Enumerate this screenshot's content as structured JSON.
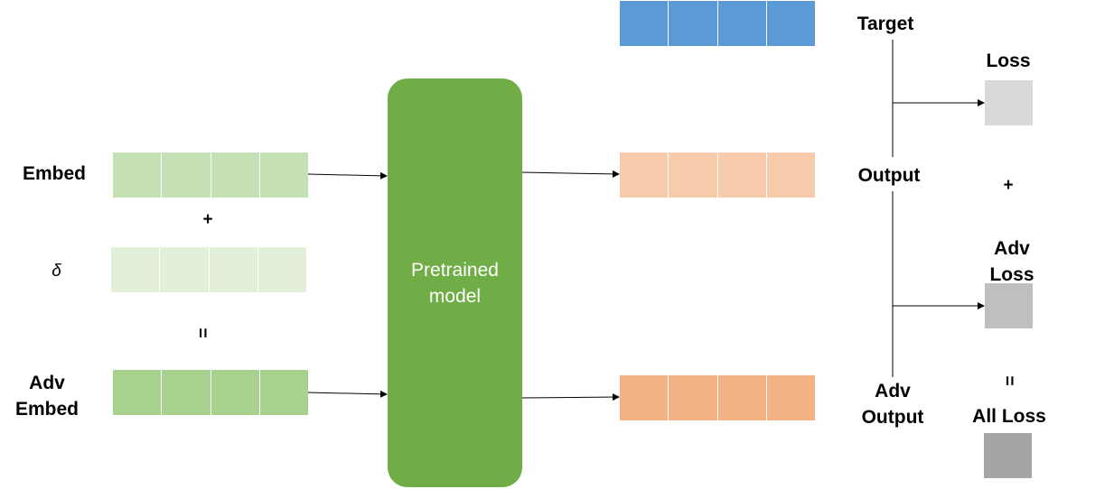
{
  "inputs": {
    "embed_label": "Embed",
    "plus": "+",
    "delta_label": "δ",
    "equals": "=",
    "adv_embed_label": "Adv\nEmbed"
  },
  "model": {
    "label": "Pretrained\nmodel"
  },
  "outputs": {
    "target_label": "Target",
    "output_label": "Output",
    "adv_output_label": "Adv\nOutput"
  },
  "losses": {
    "loss_label": "Loss",
    "plus": "+",
    "adv_loss_label": "Adv\nLoss",
    "equals": "=",
    "all_loss_label": "All Loss"
  },
  "colors": {
    "embed": "#c5e0b4",
    "delta": "#e2f0d9",
    "adv_embed": "#a9d18e",
    "model": "#70ad47",
    "target": "#5b9bd5",
    "output": "#f8cbad",
    "adv_output": "#f4b183",
    "loss": "#d9d9d9",
    "adv_loss": "#bfbfbf",
    "all_loss": "#a5a5a5"
  }
}
